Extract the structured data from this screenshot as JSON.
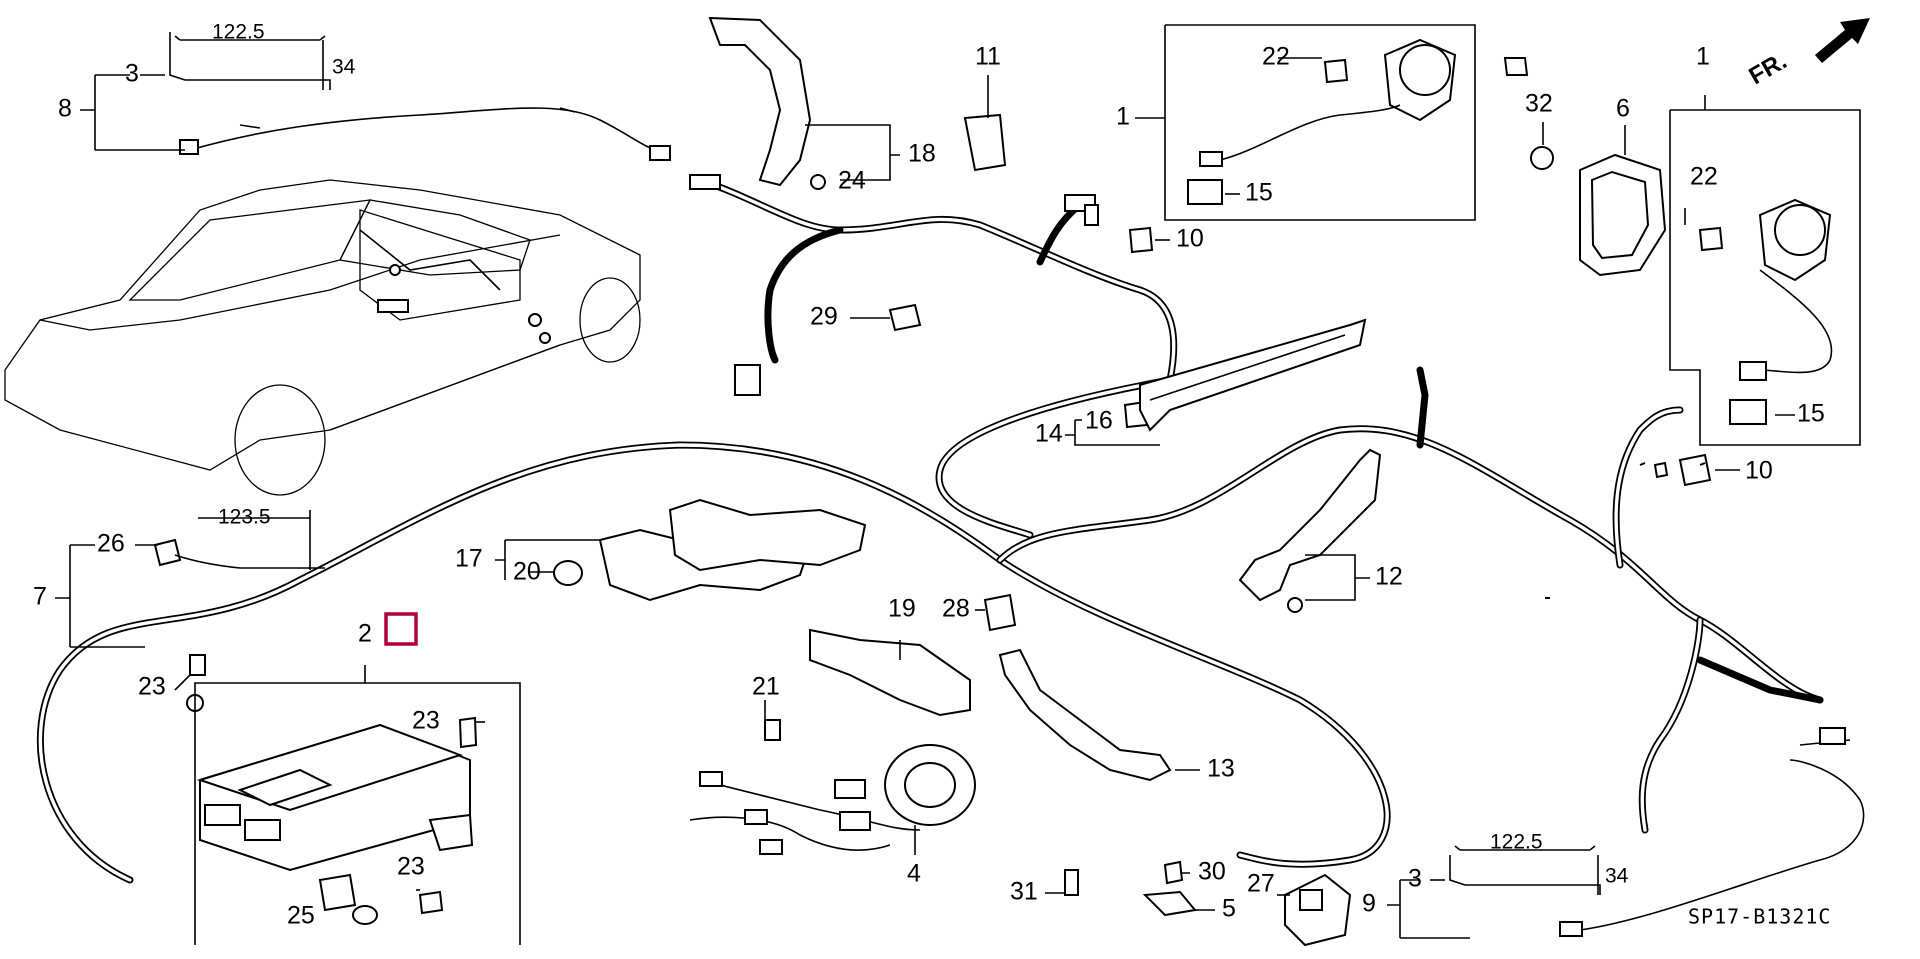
{
  "diagram": {
    "code": "SP17-B1321C",
    "direction_label": "FR.",
    "highlight_color": "#b0003a",
    "part_numbers": {
      "p1a": "1",
      "p1b": "1",
      "p2": "2",
      "p3a": "3",
      "p3b": "3",
      "p4": "4",
      "p5": "5",
      "p6": "6",
      "p7": "7",
      "p8": "8",
      "p9": "9",
      "p10a": "10",
      "p10b": "10",
      "p11": "11",
      "p12": "12",
      "p13": "13",
      "p14": "14",
      "p15a": "15",
      "p15b": "15",
      "p16": "16",
      "p17": "17",
      "p18": "18",
      "p19": "19",
      "p20": "20",
      "p21": "21",
      "p22a": "22",
      "p22b": "22",
      "p23a": "23",
      "p23b": "23",
      "p23c": "23",
      "p24": "24",
      "p25": "25",
      "p26": "26",
      "p27": "27",
      "p28": "28",
      "p29": "29",
      "p30": "30",
      "p31": "31",
      "p32": "32"
    },
    "dimensions": {
      "d_top_left_len": "122.5",
      "d_top_left_h": "34",
      "d_left_len": "123.5",
      "d_bottom_right_len": "122.5",
      "d_bottom_right_h": "34"
    }
  }
}
